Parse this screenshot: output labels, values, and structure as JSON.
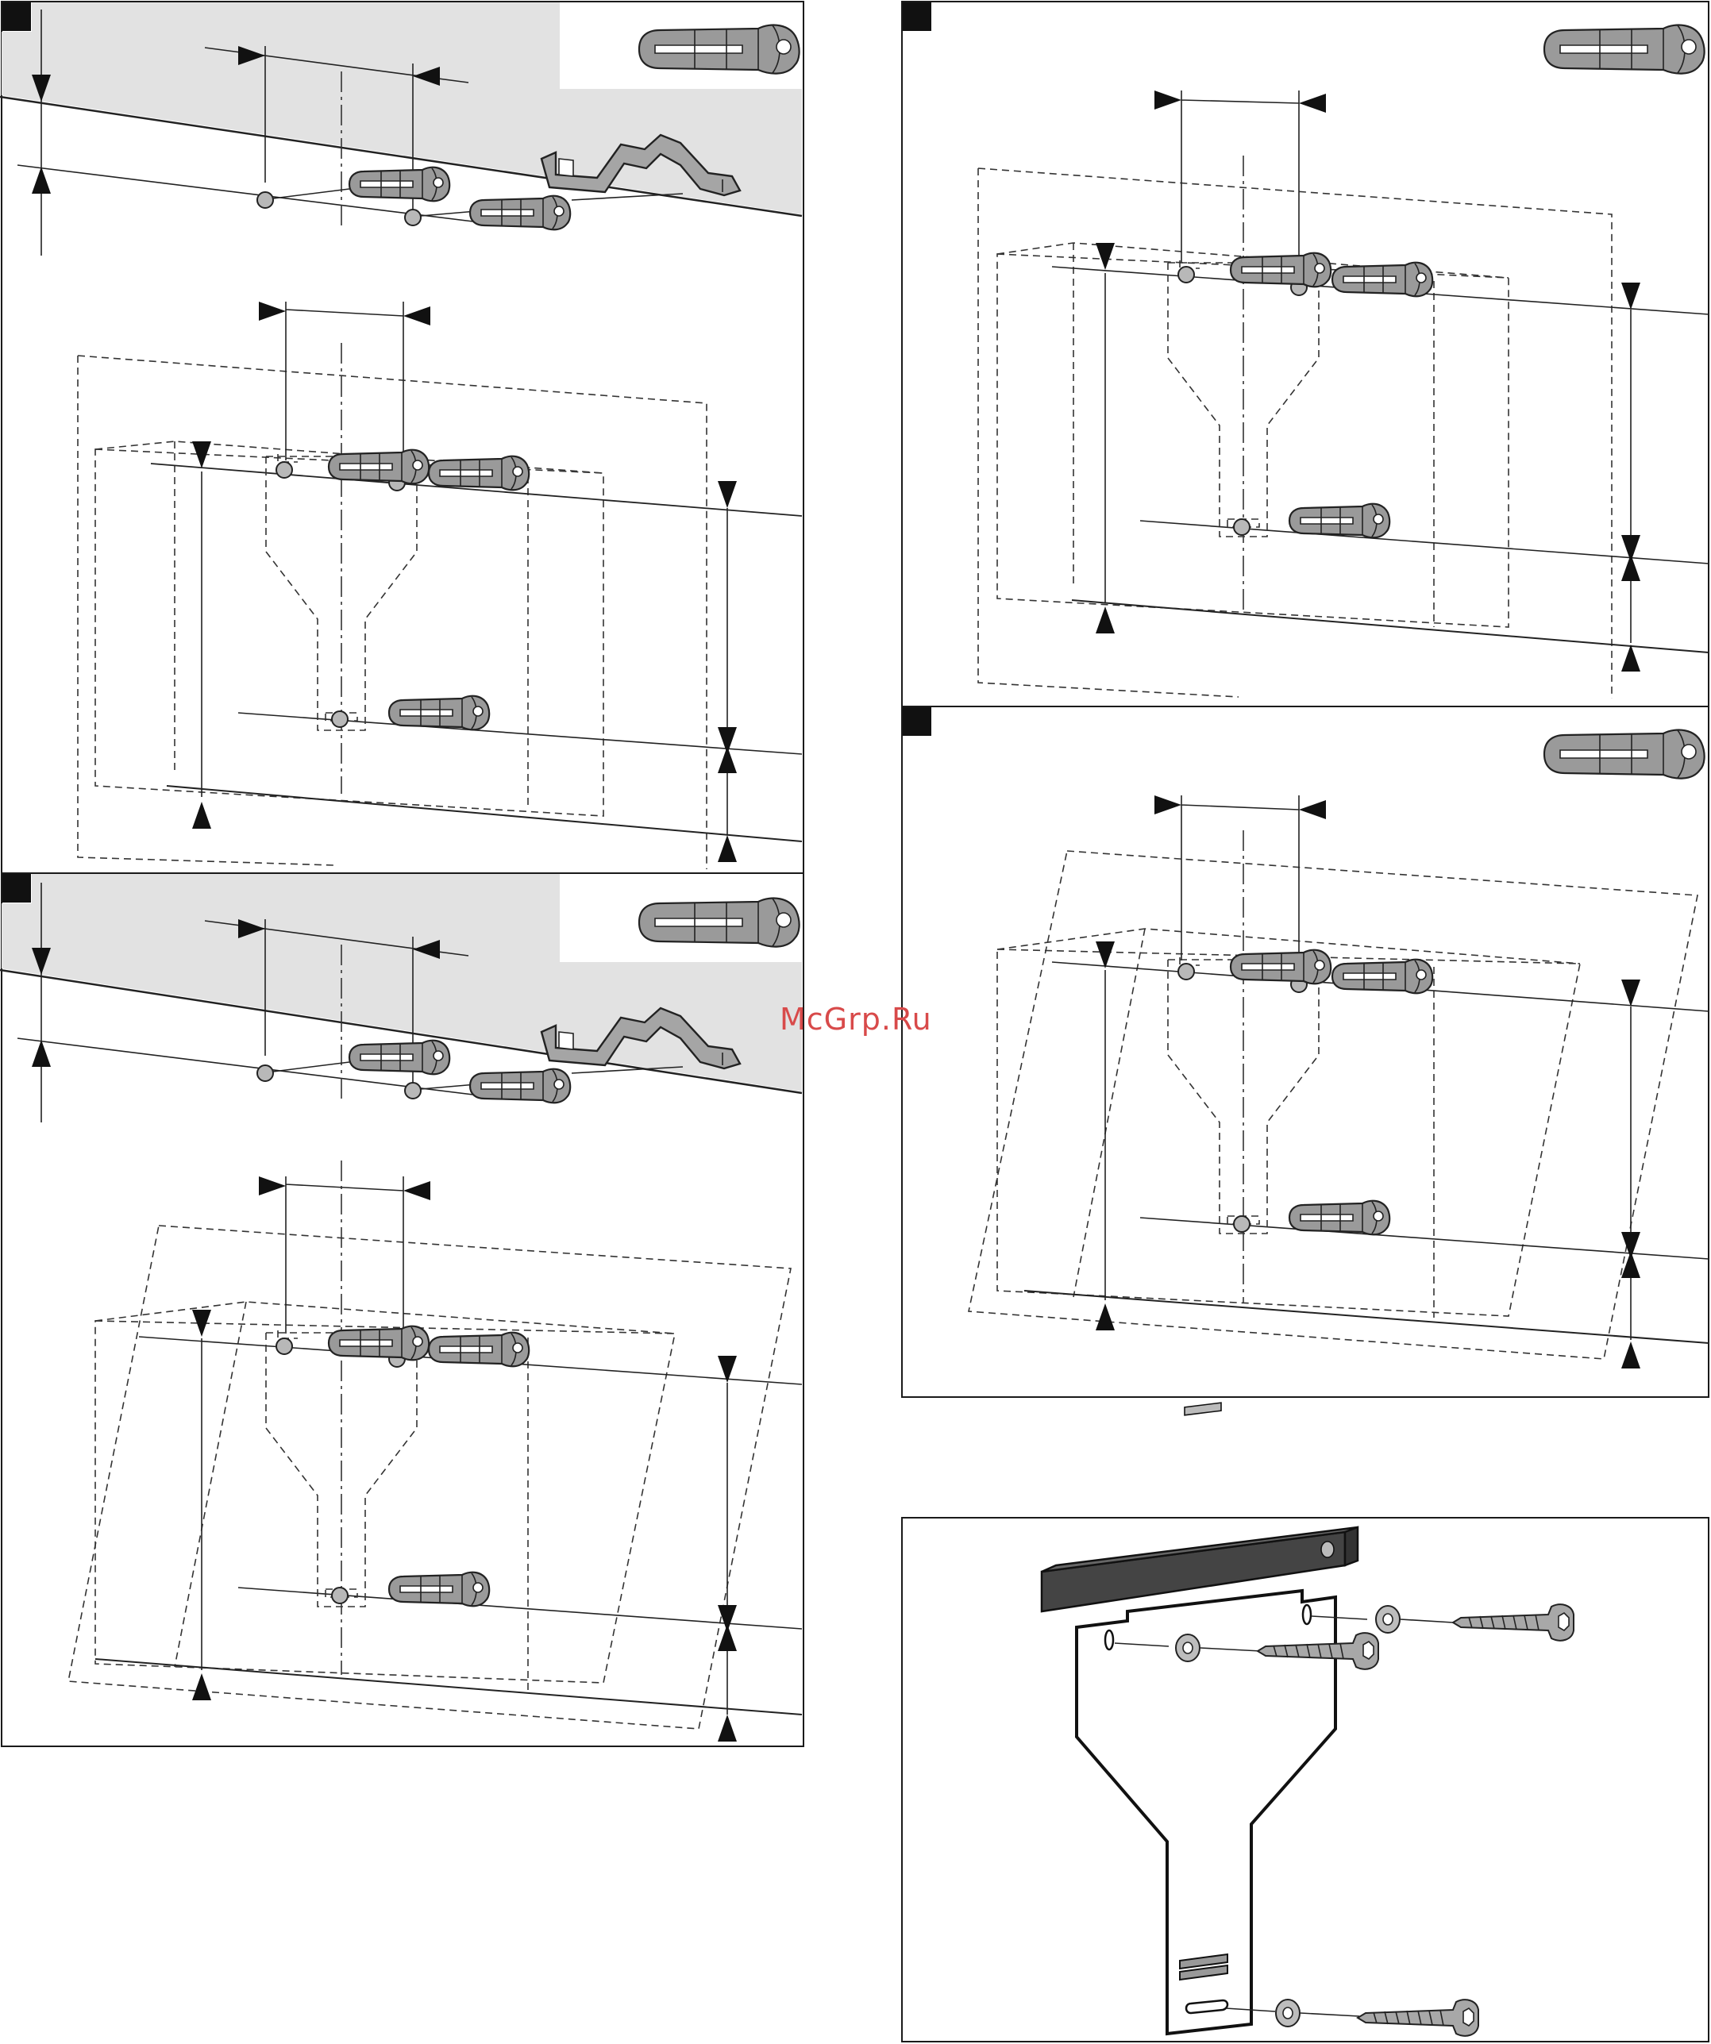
{
  "watermark": {
    "text": "McGrp.Ru",
    "color": "#d84a4a"
  },
  "panels": [
    {
      "id": "step-1",
      "variant": "wall-mount-box"
    },
    {
      "id": "step-2",
      "variant": "wall-mount-trapezoid"
    },
    {
      "id": "step-3",
      "variant": "box"
    },
    {
      "id": "step-4",
      "variant": "trapezoid"
    },
    {
      "id": "step-5",
      "variant": "plate-with-level"
    }
  ],
  "icons": {
    "dowel": "wall-plug-icon",
    "bracket": "mounting-bracket-icon",
    "level": "spirit-level-icon",
    "screw": "screw-icon",
    "washer": "washer-icon"
  },
  "colors": {
    "wall": "#e2e2e2",
    "dowel": "#9a9a9a",
    "line": "#222222"
  }
}
